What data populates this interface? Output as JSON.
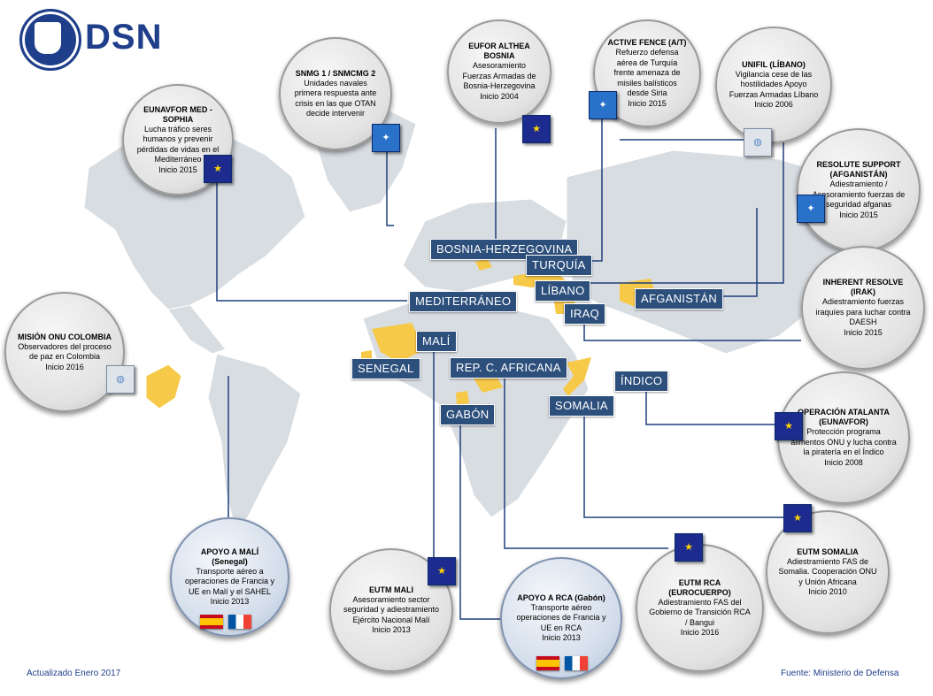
{
  "header": {
    "logo_text": "DSN"
  },
  "footer": {
    "updated": "Actualizado Enero 2017",
    "source": "Fuente: Ministerio de Defensa"
  },
  "colors": {
    "tag_bg": "#2d4f7c",
    "highlight": "#f7c948",
    "land": "#d8dde2",
    "line": "#1f3f7a"
  },
  "tags": {
    "bosnia": "BOSNIA-HERZEGOVINA",
    "turquia": "TURQUÍA",
    "mediterraneo": "MEDITERRÁNEO",
    "libano": "LÍBANO",
    "afganistan": "AFGANISTÁN",
    "iraq": "IRAQ",
    "mali": "MALÍ",
    "senegal": "SENEGAL",
    "rca": "REP. C. AFRICANA",
    "indico": "ÍNDICO",
    "gabon": "GABÓN",
    "somalia": "SOMALIA"
  },
  "missions": {
    "eunavfor_med": {
      "title": "EUNAVFOR MED - SOPHIA",
      "body": "Lucha tráfico seres humanos y prevenir pérdidas de vidas en el Mediterráneo",
      "year": "Inicio 2015",
      "icon": "eu-flag-icon"
    },
    "snmg": {
      "title": "SNMG 1 / SNMCMG 2",
      "body": "Unidades navales primera respuesta ante crisis en las que OTAN decide intervenir",
      "year": "",
      "icon": "nato-icon"
    },
    "eufor": {
      "title": "EUFOR ALTHEA BOSNIA",
      "body": "Asesoramiento Fuerzas Armadas de Bosnia-Herzegovina",
      "year": "Inicio 2004",
      "icon": "eu-flag-icon"
    },
    "active_fence": {
      "title": "ACTIVE FENCE (A/T)",
      "body": "Refuerzo defensa aérea de Turquía frente amenaza de misiles balísticos desde Siria",
      "year": "Inicio 2015",
      "icon": "nato-icon"
    },
    "unifil": {
      "title": "UNIFIL (LÍBANO)",
      "body": "Vigilancia cese de las hostilidades Apoyo Fuerzas Armadas Líbano",
      "year": "Inicio 2006",
      "icon": "un-icon"
    },
    "resolute": {
      "title": "RESOLUTE SUPPORT (AFGANISTÁN)",
      "body": "Adiestramiento / Asesoramiento fuerzas de seguridad afganas",
      "year": "Inicio 2015",
      "icon": "nato-icon"
    },
    "inherent": {
      "title": "INHERENT RESOLVE (IRAK)",
      "body": "Adiestramiento fuerzas iraquíes para luchar contra DAESH",
      "year": "Inicio 2015",
      "icon": ""
    },
    "onu_colombia": {
      "title": "MISIÓN ONU COLOMBIA",
      "body": "Observadores del proceso de paz en Colombia",
      "year": "Inicio 2016",
      "icon": "un-icon"
    },
    "atalanta": {
      "title": "OPERACIÓN ATALANTA (EUNAVFOR)",
      "body": "Protección programa alimentos ONU y lucha contra la piratería en el Índico",
      "year": "Inicio 2008",
      "icon": "eu-flag-icon"
    },
    "eutm_somalia": {
      "title": "EUTM SOMALIA",
      "body": "Adiestramiento FAS de Somalia. Cooperación ONU y Unión Africana",
      "year": "Inicio 2010",
      "icon": "eu-flag-icon"
    },
    "apoyo_mali": {
      "title": "APOYO A MALÍ (Senegal)",
      "body": "Transporte aéreo a operaciones de Francia y UE en Malí y el SAHEL",
      "year": "Inicio 2013",
      "icon": "flags-es-fr"
    },
    "eutm_mali": {
      "title": "EUTM MALI",
      "body": "Asesoramiento sector seguridad y adiestramiento Ejército Nacional Malí",
      "year": "Inicio 2013",
      "icon": "eu-flag-icon"
    },
    "apoyo_rca": {
      "title": "APOYO A RCA (Gabón)",
      "body": "Transporte aéreo operaciones de Francia y UE en RCA",
      "year": "Inicio 2013",
      "icon": "flags-es-fr"
    },
    "eutm_rca": {
      "title": "EUTM RCA (EUROCUERPO)",
      "body": "Adiestramiento FAS del Gobierno de Transición RCA / Bangui",
      "year": "Inicio 2016",
      "icon": "eu-flag-icon"
    }
  }
}
